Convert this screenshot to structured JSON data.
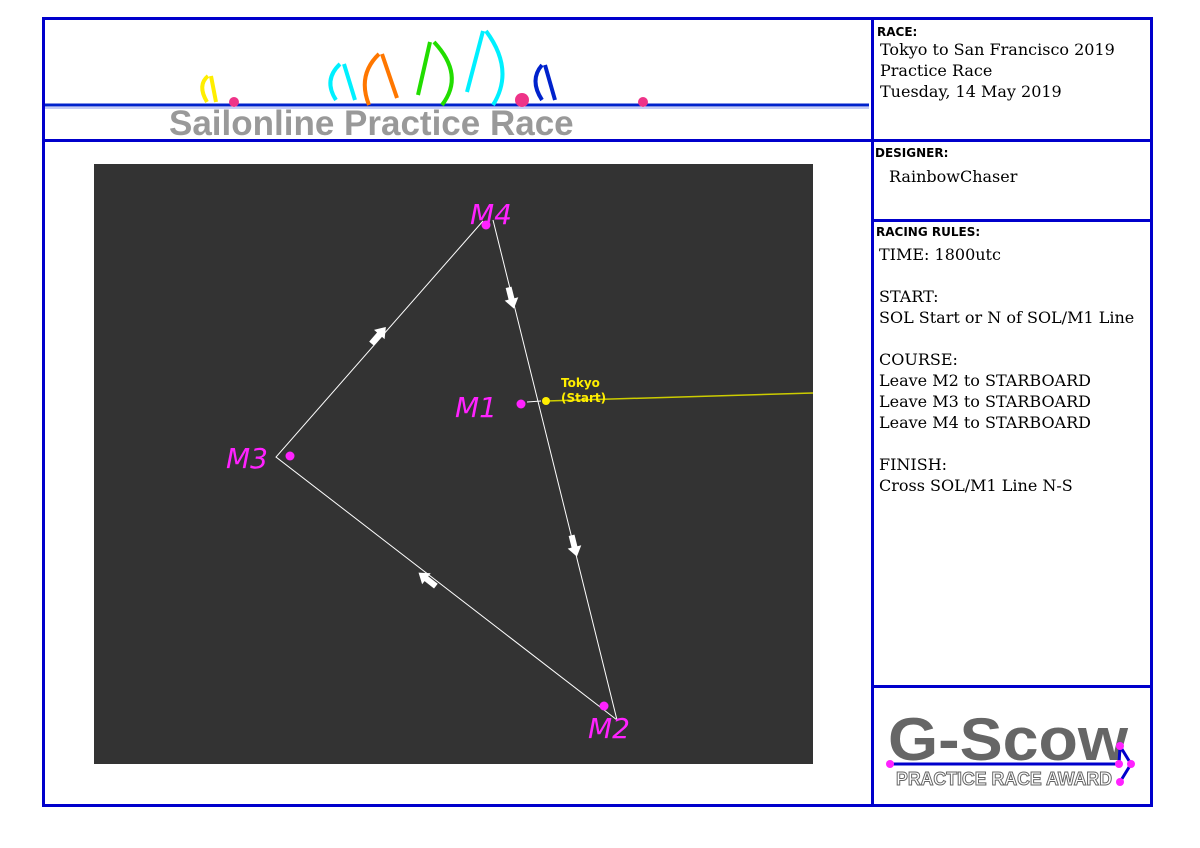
{
  "banner": {
    "title": "Sailonline Practice Race"
  },
  "race": {
    "label": "RACE:",
    "lines": [
      "Tokyo to San Francisco 2019",
      "Practice Race",
      "Tuesday, 14 May 2019"
    ]
  },
  "designer": {
    "label": "DESIGNER:",
    "name": "RainbowChaser"
  },
  "rules": {
    "label": "RACING RULES:",
    "lines": [
      "TIME: 1800utc",
      "",
      "START:",
      "SOL Start or N of SOL/M1 Line",
      "",
      "COURSE:",
      "Leave M2 to STARBOARD",
      "Leave M3 to STARBOARD",
      "Leave M4 to STARBOARD",
      "",
      "FINISH:",
      "Cross SOL/M1 Line N-S"
    ]
  },
  "map": {
    "marks": {
      "m1": "M1",
      "m2": "M2",
      "m3": "M3",
      "m4": "M4"
    },
    "start_label": "Tokyo",
    "start_sub": "(Start)"
  },
  "award": {
    "title": "G-Scow",
    "subtitle": "PRACTICE RACE AWARD"
  },
  "colors": {
    "border": "#0000cc",
    "mark": "#ff22ff",
    "map_bg": "#333333",
    "start": "#ffff00"
  }
}
